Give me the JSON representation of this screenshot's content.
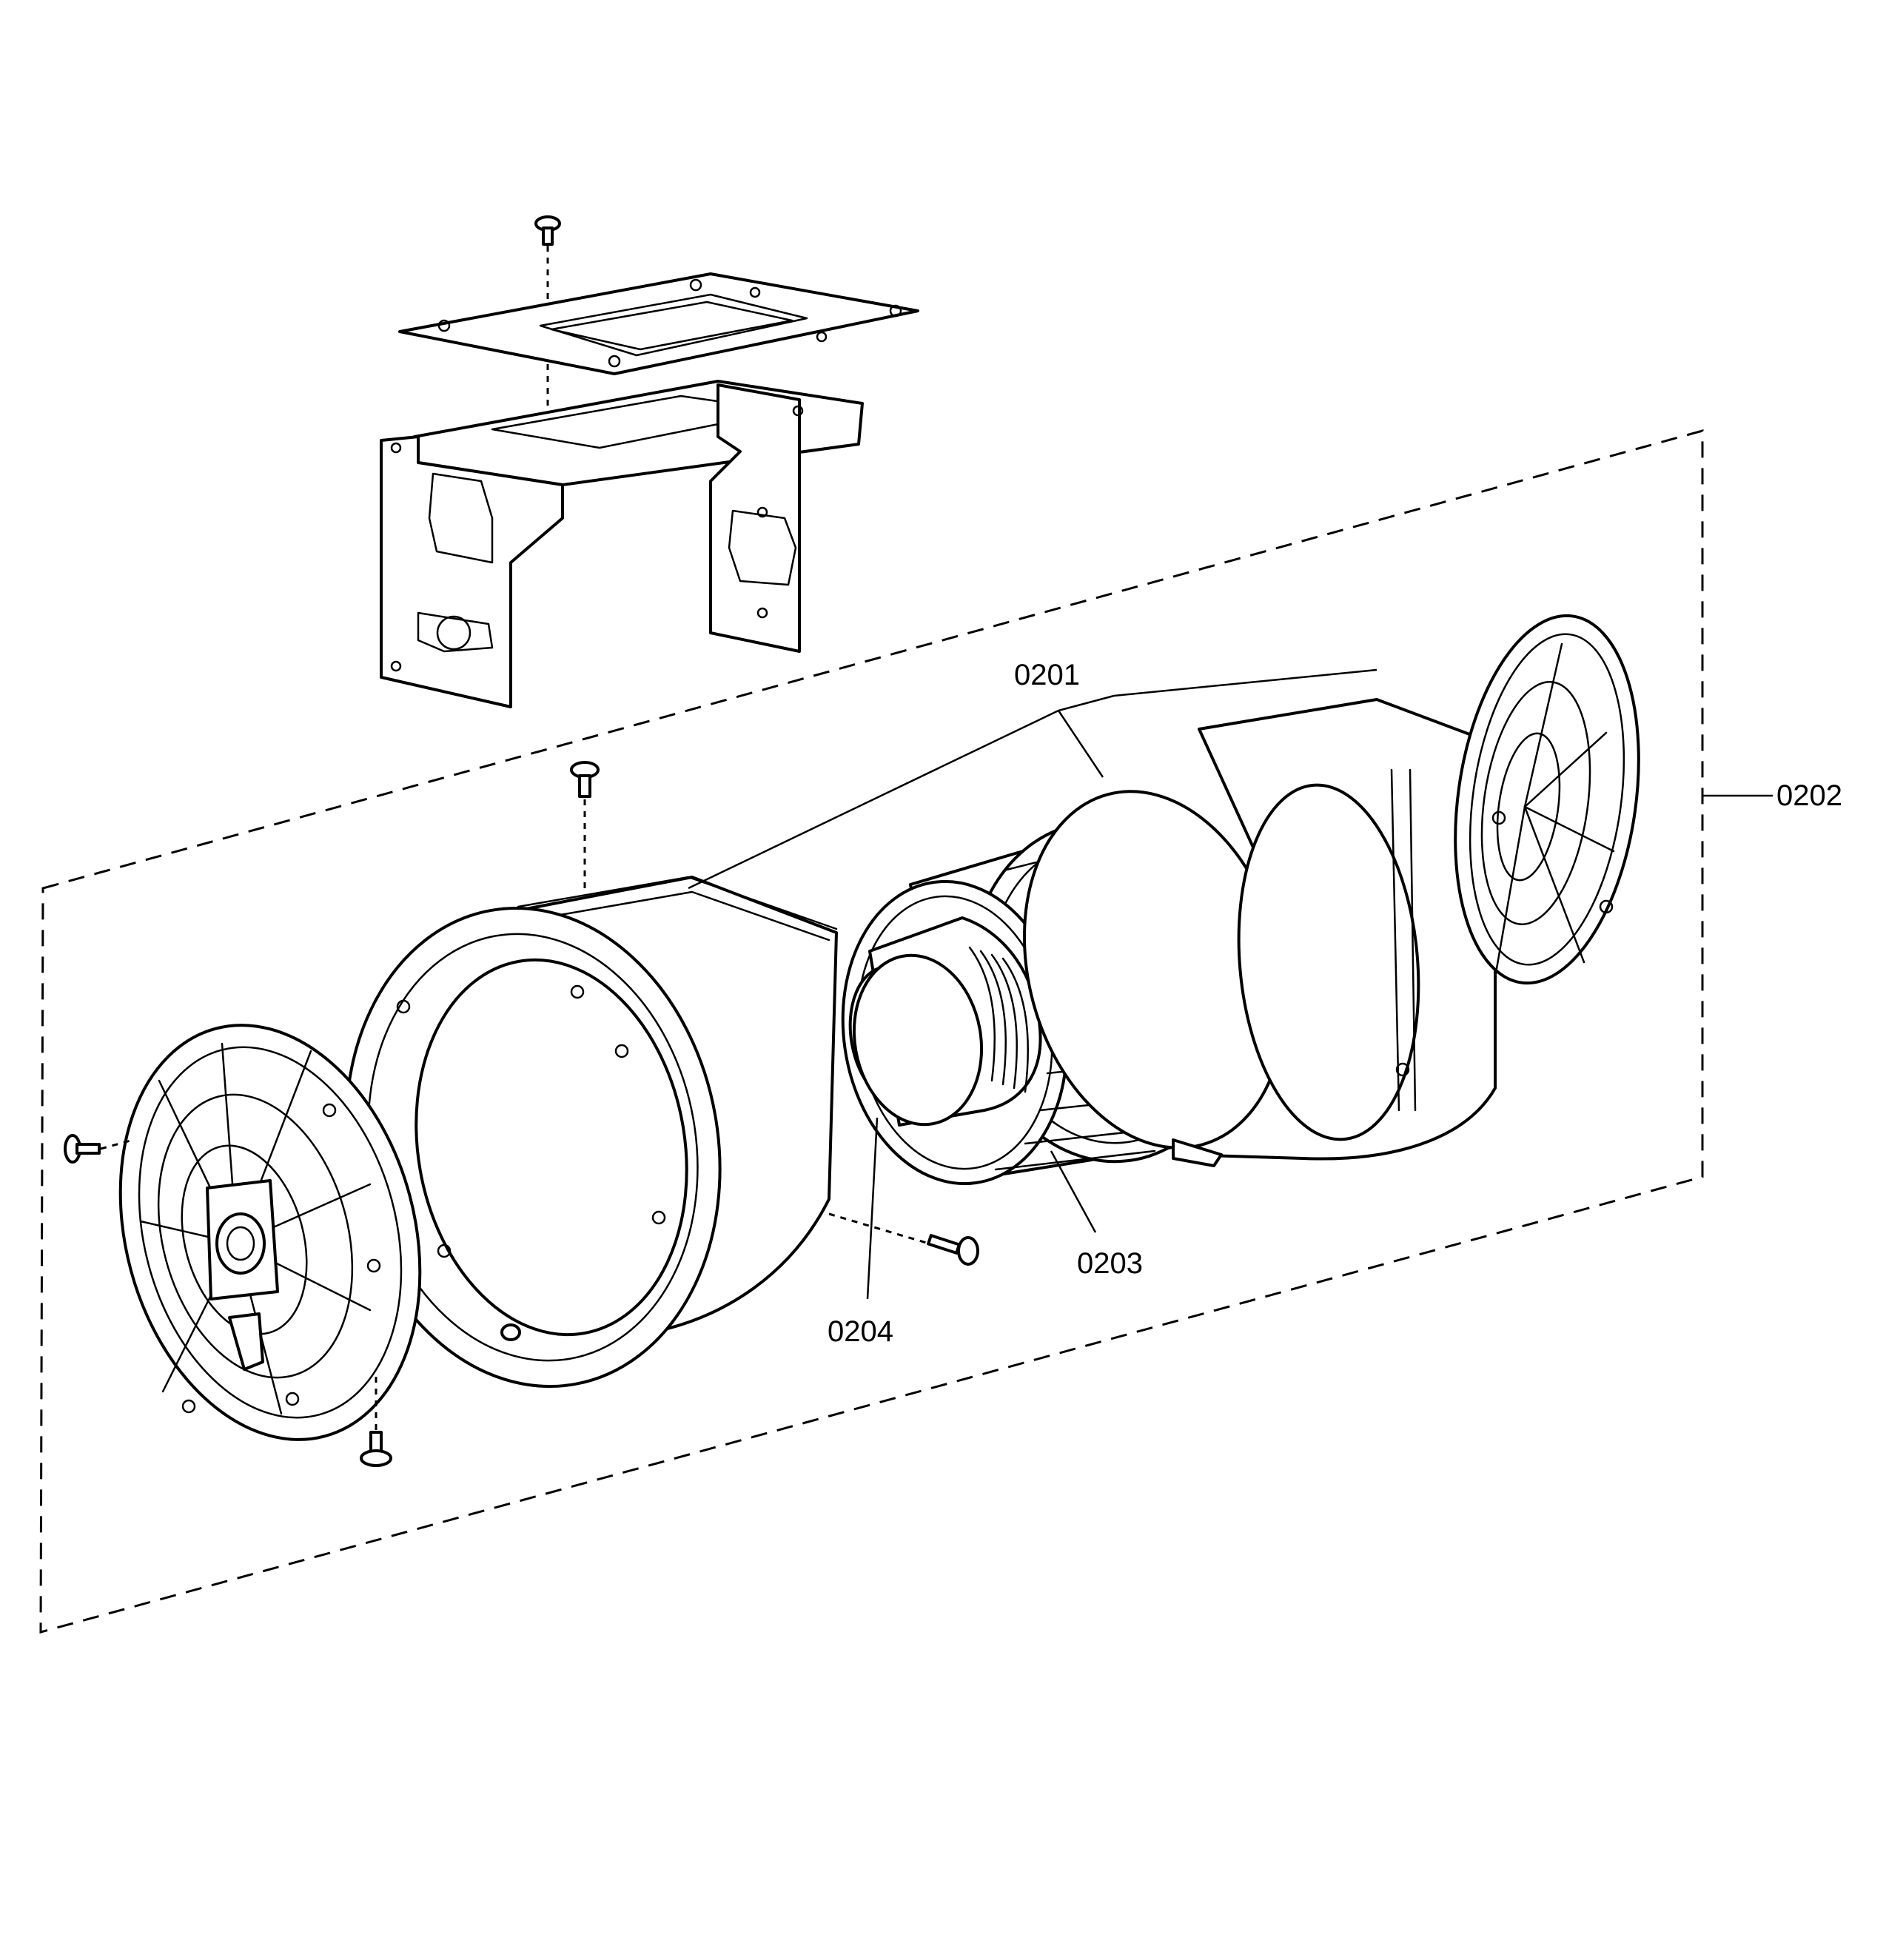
{
  "callouts": {
    "c0201": "0201",
    "c0202": "0202",
    "c0203": "0203",
    "c0204": "0204"
  }
}
